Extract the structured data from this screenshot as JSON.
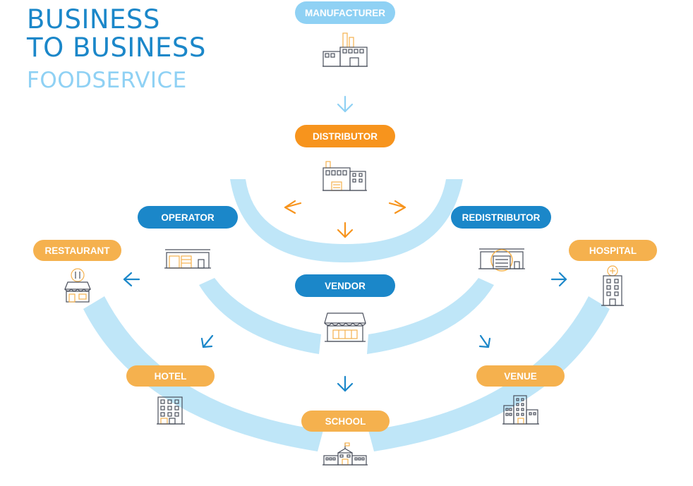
{
  "title": {
    "line1": "BUSINESS",
    "line2": "TO BUSINESS",
    "line3": "FOODSERVICE"
  },
  "nodes": {
    "manufacturer": "MANUFACTURER",
    "distributor": "DISTRIBUTOR",
    "operator": "OPERATOR",
    "redistributor": "REDISTRIBUTOR",
    "vendor": "VENDOR",
    "restaurant": "RESTAURANT",
    "hospital": "HOSPITAL",
    "hotel": "HOTEL",
    "venue": "VENUE",
    "school": "SCHOOL"
  },
  "icons": [
    "factory-icon",
    "warehouse-icon",
    "storefront-icon",
    "garage-icon",
    "redistribution-center-icon",
    "restaurant-icon",
    "hospital-icon",
    "hotel-icon",
    "office-buildings-icon",
    "school-icon"
  ],
  "colors": {
    "title_blue": "#1b87c9",
    "title_light_blue": "#8fd1f4",
    "pill_light_blue": "#8fd1f4",
    "pill_orange": "#f7941d",
    "pill_blue": "#1b87c9",
    "pill_yellow": "#f5b14e",
    "arc_blue": "#bfe6f8",
    "icon_line": "#4a4f5c",
    "icon_accent": "#f5b14e"
  }
}
